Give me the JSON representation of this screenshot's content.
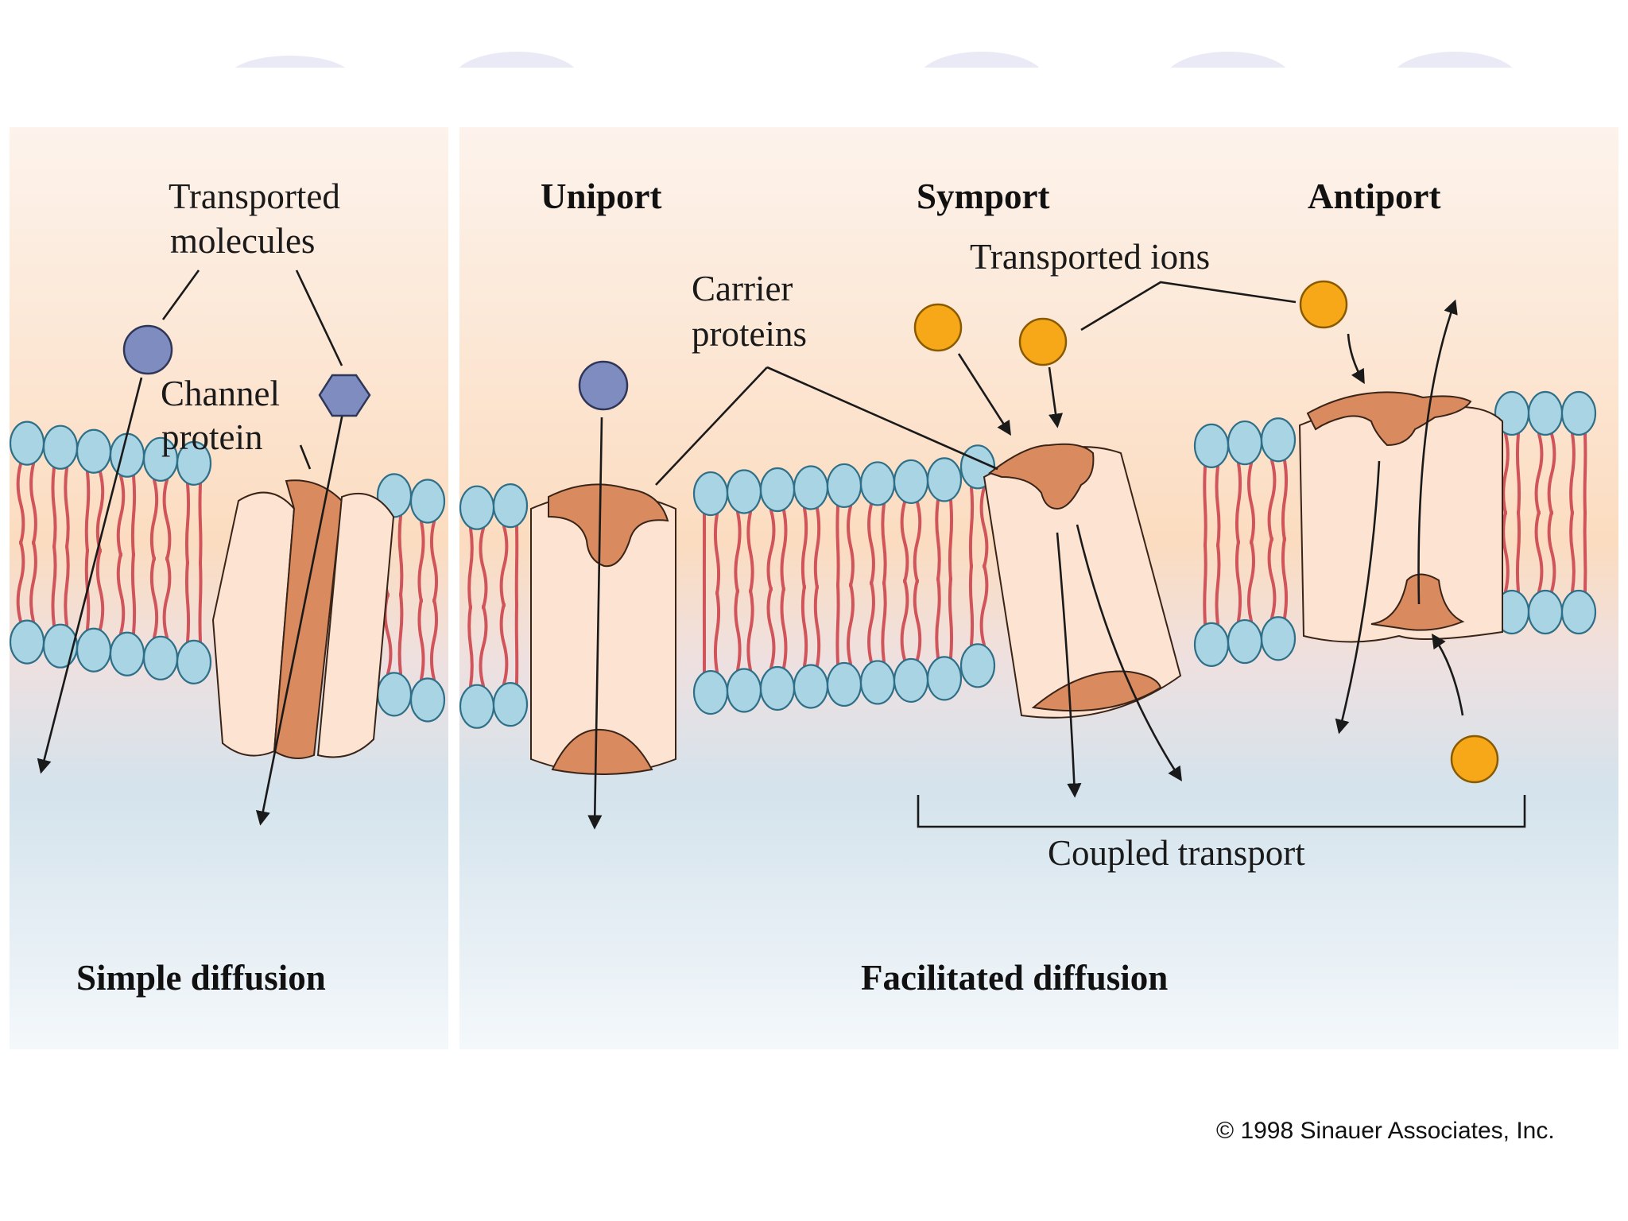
{
  "labels": {
    "transported_molecules_1": "Transported",
    "transported_molecules_2": "molecules",
    "channel_protein_1": "Channel",
    "channel_protein_2": "protein",
    "uniport": "Uniport",
    "symport": "Symport",
    "antiport": "Antiport",
    "carrier_proteins_1": "Carrier",
    "carrier_proteins_2": "proteins",
    "transported_ions": "Transported ions",
    "coupled_transport": "Coupled transport",
    "simple_diffusion": "Simple diffusion",
    "facilitated_diffusion": "Facilitated diffusion",
    "copyright": "© 1998 Sinauer Associates, Inc."
  },
  "colors": {
    "outside_top": "#fbe0c4",
    "inside_bottom": "#d8e6ee",
    "lipid_head": "#a9d4e4",
    "lipid_tail": "#d0545a",
    "protein_body": "#fde3d2",
    "protein_cap": "#d98a5f",
    "molecule": "#7f8cbf",
    "ion": "#f6a818"
  }
}
